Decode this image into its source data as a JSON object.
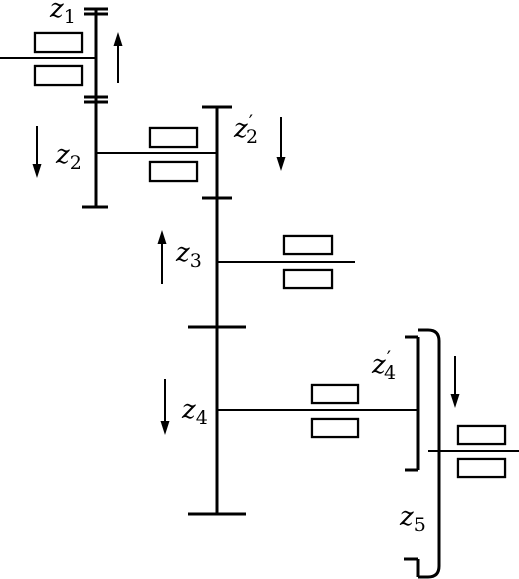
{
  "diagram": {
    "labels": {
      "z1": {
        "main": "z",
        "sub": "1",
        "prime": ""
      },
      "z2": {
        "main": "z",
        "sub": "2",
        "prime": ""
      },
      "z2p": {
        "main": "z",
        "sub": "2",
        "prime": "′"
      },
      "z3": {
        "main": "z",
        "sub": "3",
        "prime": ""
      },
      "z4": {
        "main": "z",
        "sub": "4",
        "prime": ""
      },
      "z4p": {
        "main": "z",
        "sub": "4",
        "prime": "′"
      },
      "z5": {
        "main": "z",
        "sub": "5",
        "prime": ""
      }
    },
    "arrows": {
      "z1": "up",
      "z2": "down",
      "z2p": "down",
      "z3": "up",
      "z4": "down",
      "z4p": "down"
    }
  }
}
